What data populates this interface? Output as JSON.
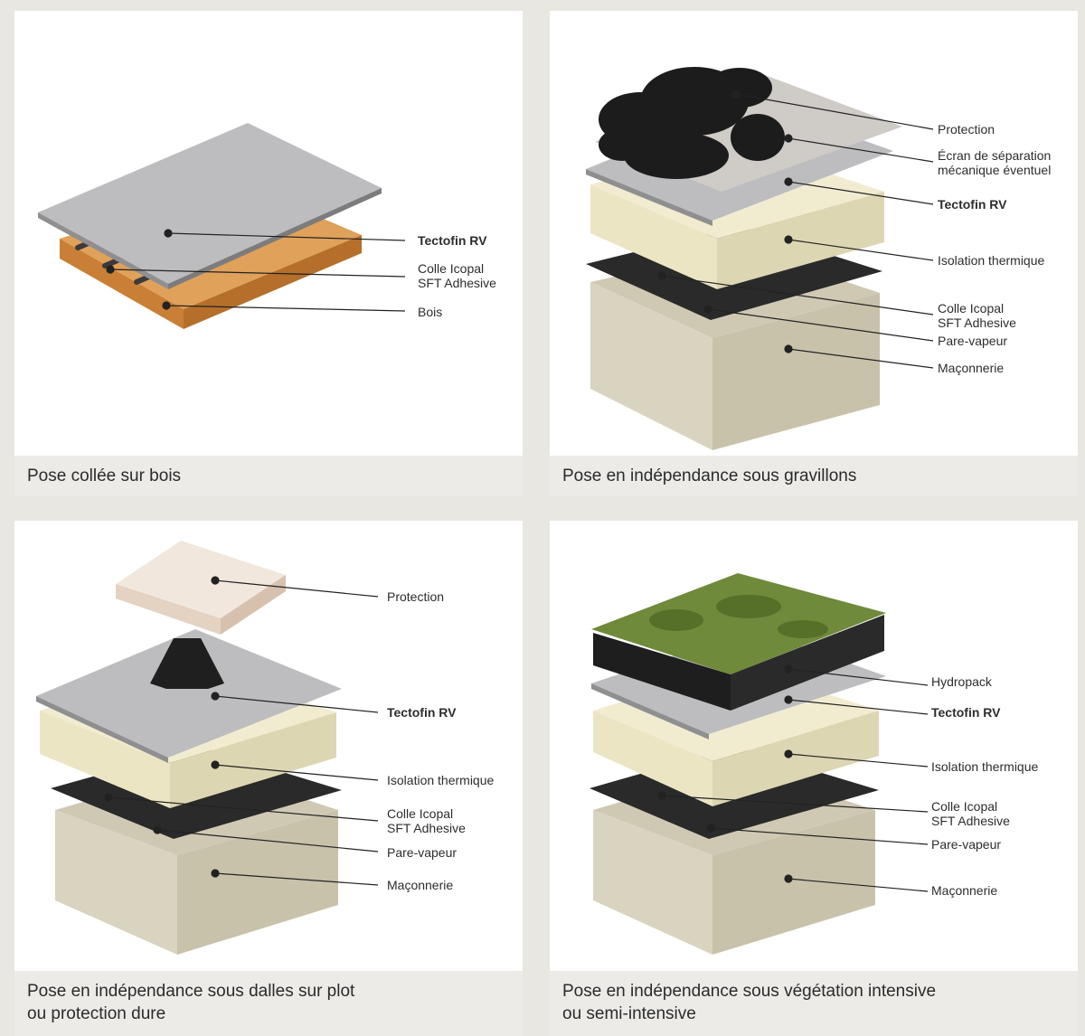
{
  "panels": [
    {
      "caption": [
        "Pose collée sur bois"
      ],
      "labels": [
        "Tectofin RV",
        [
          "Colle Icopal",
          "SFT Adhesive"
        ],
        "Bois"
      ]
    },
    {
      "caption": [
        "Pose en indépendance sous gravillons"
      ],
      "labels": [
        "Protection",
        [
          "Écran de séparation",
          "mécanique éventuel"
        ],
        "Tectofin RV",
        "Isolation thermique",
        [
          "Colle Icopal",
          "SFT Adhesive"
        ],
        "Pare-vapeur",
        "Maçonnerie"
      ]
    },
    {
      "caption": [
        "Pose en indépendance sous dalles sur plot",
        "ou protection dure"
      ],
      "labels": [
        "Protection",
        "Tectofin RV",
        "Isolation thermique",
        [
          "Colle Icopal",
          "SFT Adhesive"
        ],
        "Pare-vapeur",
        "Maçonnerie"
      ]
    },
    {
      "caption": [
        "Pose en indépendance sous végétation intensive",
        "ou semi-intensive"
      ],
      "labels": [
        "Hydropack",
        "Tectofin RV",
        "Isolation thermique",
        [
          "Colle Icopal",
          "SFT Adhesive"
        ],
        "Pare-vapeur",
        "Maçonnerie"
      ]
    }
  ],
  "colors": {
    "membrane": "#b9b9bb",
    "wood": "#d9913f",
    "insulation": "#ece6c6",
    "masonry": "#ddd8c4",
    "vapour_barrier": "#2a2a2a",
    "pebbles": "#1c1c1c",
    "vegetation": "#6f8a3a",
    "slab": "#f1e7dc"
  }
}
